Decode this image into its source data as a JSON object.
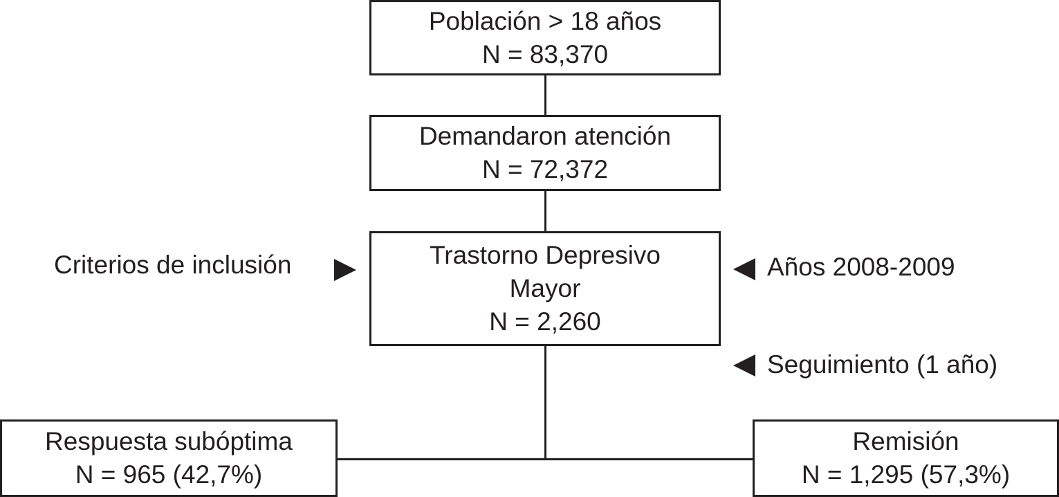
{
  "diagram": {
    "nodes": {
      "population": {
        "line1": "Población > 18 años",
        "line2": "N = 83,370"
      },
      "attention": {
        "line1": "Demandaron atención",
        "line2": "N = 72,372"
      },
      "depressive": {
        "line1": "Trastorno Depresivo",
        "line2": "Mayor",
        "line3": "N = 2,260"
      },
      "suboptimal": {
        "line1": "Respuesta subóptima",
        "line2": "N = 965 (42,7%)"
      },
      "remission": {
        "line1": "Remisión",
        "line2": "N = 1,295 (57,3%)"
      }
    },
    "annotations": {
      "inclusion": "Criterios de inclusión",
      "years": "Años 2008-2009",
      "followup": "Seguimiento (1 año)"
    }
  }
}
